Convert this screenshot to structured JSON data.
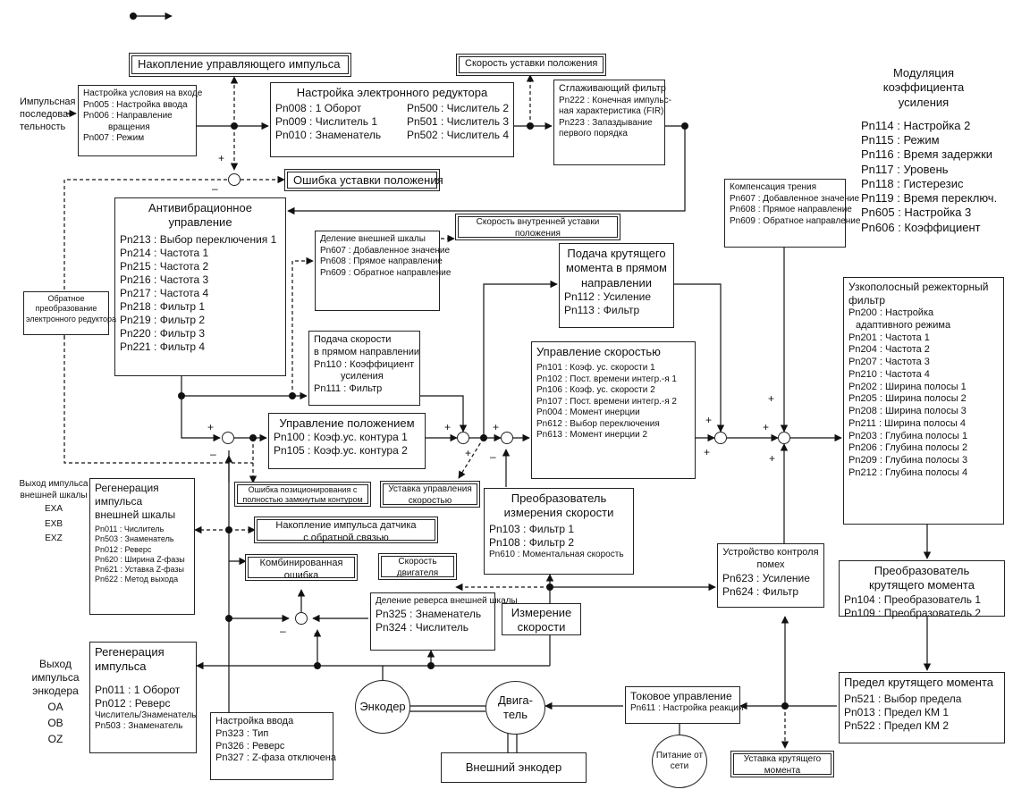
{
  "input_pulse_label": [
    "Импульсная",
    "последова-",
    "тельность"
  ],
  "pulse_accumulation": "Накопление управляющего импульса",
  "position_setpoint_speed": "Скорость уставки положения",
  "position_setpoint_error": "Ошибка уставки положения",
  "input_conditions": {
    "title": "Настройка условия на входе",
    "lines": [
      "Pn005 : Настройка ввода",
      "Pn006 : Направление",
      "вращения",
      "Pn007 : Режим"
    ]
  },
  "electronic_gear": {
    "title": "Настройка электронного редуктора",
    "left": [
      "Pn008 : 1 Оборот",
      "Pn009 : Числитель 1",
      "Pn010 : Знаменатель"
    ],
    "right": [
      "Pn500 : Числитель 2",
      "Pn501 : Числитель 3",
      "Pn502 : Числитель 4"
    ]
  },
  "smoothing_filter": {
    "title": "Сглаживающий фильтр",
    "lines": [
      "Pn222 : Конечная импульс-",
      "ная характеристика (FIR)",
      "Pn223 : Запаздывание",
      "первого порядка"
    ]
  },
  "gain_modulation": {
    "title": [
      "Модуляция",
      "коэффициента",
      "усиления"
    ],
    "lines": [
      "Pn114 : Настройка 2",
      "Pn115 : Режим",
      "Pn116 : Время задержки",
      "Pn117 : Уровень",
      "Pn118 : Гистерезис",
      "Pn119 : Время переключ.",
      "Pn605 : Настройка 3",
      "Pn606 : Коэффициент"
    ]
  },
  "antivibration": {
    "title": [
      "Антивибрационное",
      "управление"
    ],
    "lines": [
      "Pn213 : Выбор переключения 1",
      "Pn214 : Частота 1",
      "Pn215 : Частота 2",
      "Pn216 : Частота 3",
      "Pn217 : Частота 4",
      "Pn218 : Фильтр 1",
      "Pn219 : Фильтр 2",
      "Pn220 : Фильтр 3",
      "Pn221 : Фильтр 4"
    ]
  },
  "inverse_gear": [
    "Обратное",
    "преобразование",
    "электронного редуктора"
  ],
  "external_scale_division": {
    "title": "Деление внешней шкалы",
    "lines": [
      "Pn607 : Добавленное значение",
      "Pn608 : Прямое направление",
      "Pn609 : Обратное направление"
    ]
  },
  "internal_setpoint_speed": [
    "Скорость внутренней уставки",
    "положения"
  ],
  "friction_compensation": {
    "title": "Компенсация трения",
    "lines": [
      "Pn607 : Добавленное значение",
      "Pn608 : Прямое направление",
      "Pn609 : Обратное направление"
    ]
  },
  "torque_feedforward": {
    "title": [
      "Подача крутящего",
      "момента в прямом",
      "направлении"
    ],
    "lines": [
      "Pn112 : Усиление",
      "Pn113 : Фильтр"
    ]
  },
  "speed_feedforward": {
    "title": [
      "Подача скорости",
      "в прямом направлении"
    ],
    "lines": [
      "Pn110 : Коэффициент",
      "усиления",
      "Pn111 : Фильтр"
    ]
  },
  "speed_control": {
    "title": "Управление скоростью",
    "lines": [
      "Pn101 : Коэф. ус. скорости 1",
      "Pn102 : Пост. времени интегр.-я 1",
      "Pn106 : Коэф. ус. скорости 2",
      "Pn107 : Пост. времени интегр.-я 2",
      "Pn004 : Момент инерции",
      "Pn612 : Выбор переключения",
      "Pn613 : Момент инерции 2"
    ]
  },
  "notch_filter": {
    "title": [
      "Узкополосный режекторный",
      "фильтр"
    ],
    "lines": [
      "Pn200 : Настройка",
      "адаптивного режима",
      "Pn201 : Частота 1",
      "Pn204 : Частота 2",
      "Pn207 : Частота 3",
      "Pn210 : Частота 4",
      "Pn202 : Ширина полосы 1",
      "Pn205 : Ширина полосы 2",
      "Pn208 : Ширина полосы 3",
      "Pn211 : Ширина полосы 4",
      "Pn203 : Глубина полосы 1",
      "Pn206 : Глубина полосы 2",
      "Pn209 : Глубина полосы 3",
      "Pn212 : Глубина полосы 4"
    ]
  },
  "position_control": {
    "title": "Управление положением",
    "lines": [
      "Pn100 : Коэф.ус. контура 1",
      "Pn105 : Коэф.ус. контура 2"
    ]
  },
  "full_loop_error": [
    "Ошибка позиционирования с",
    "полностью замкнутым контуром"
  ],
  "speed_setpoint": [
    "Уставка управления",
    "скоростью"
  ],
  "ext_scale_output": {
    "label": [
      "Выход импульса",
      "внешней шкалы"
    ],
    "signals": [
      "EXA",
      "EXB",
      "EXZ"
    ]
  },
  "ext_scale_regen": {
    "title": [
      "Регенерация",
      "импульса",
      "внешней шкалы"
    ],
    "lines": [
      "Pn011 : Числитель",
      "Pn503 : Знаменатель",
      "Pn012 : Реверс",
      "Pn620 : Ширина Z-фазы",
      "Pn621 : Уставка Z-фазы",
      "Pn622 : Метод выхода"
    ]
  },
  "feedback_pulse_accumulation": [
    "Накопление импульса датчика",
    "с обратной связью"
  ],
  "combined_error": [
    "Комбинированная",
    "ошибка"
  ],
  "motor_speed": [
    "Скорость",
    "двигателя"
  ],
  "speed_detection_converter": {
    "title": [
      "Преобразователь",
      "измерения скорости"
    ],
    "lines": [
      "Pn103 : Фильтр 1",
      "Pn108 : Фильтр 2",
      "Pn610 : Моментальная скорость"
    ]
  },
  "noise_monitor": {
    "title": [
      "Устройство контроля",
      "помех"
    ],
    "lines": [
      "Pn623 : Усиление",
      "Pn624 : Фильтр"
    ]
  },
  "torque_converter": {
    "title": [
      "Преобразователь",
      "крутящего момента"
    ],
    "lines": [
      "Pn104 : Преобразователь 1",
      "Pn109 : Преобразователь 2"
    ]
  },
  "ext_scale_reverse_division": {
    "title": "Деление реверса внешней шкалы",
    "lines": [
      "Pn325 : Знаменатель",
      "Pn324 : Числитель"
    ]
  },
  "speed_measurement": [
    "Измерение",
    "скорости"
  ],
  "encoder_output": {
    "label": [
      "Выход",
      "импульса",
      "энкодера"
    ],
    "signals": [
      "OA",
      "OB",
      "OZ"
    ]
  },
  "pulse_regen": {
    "title": [
      "Регенерация",
      "импульса"
    ],
    "lines": [
      "Pn011 : 1 Оборот",
      "Pn012 : Реверс",
      "Числитель/Знаменатель",
      "Pn503 : Знаменатель"
    ]
  },
  "encoder": "Энкодер",
  "motor": [
    "Двига-",
    "тель"
  ],
  "current_control": {
    "title": "Токовое управление",
    "lines": [
      "Pn611 : Настройка реакции"
    ]
  },
  "torque_limit": {
    "title": "Предел крутящего момента",
    "lines": [
      "Pn521 : Выбор предела",
      "Pn013 : Предел КМ 1",
      "Pn522 : Предел КМ 2"
    ]
  },
  "input_settings": {
    "title": "Настройка ввода",
    "lines": [
      "Pn323 : Тип",
      "Pn326 : Реверс",
      "Pn327 : Z-фаза отключена"
    ]
  },
  "external_encoder": "Внешний энкодер",
  "power_supply": [
    "Питание от",
    "сети"
  ],
  "torque_setpoint": [
    "Уставка крутящего",
    "момента"
  ],
  "signs": {
    "plus": "+",
    "minus": "–"
  }
}
